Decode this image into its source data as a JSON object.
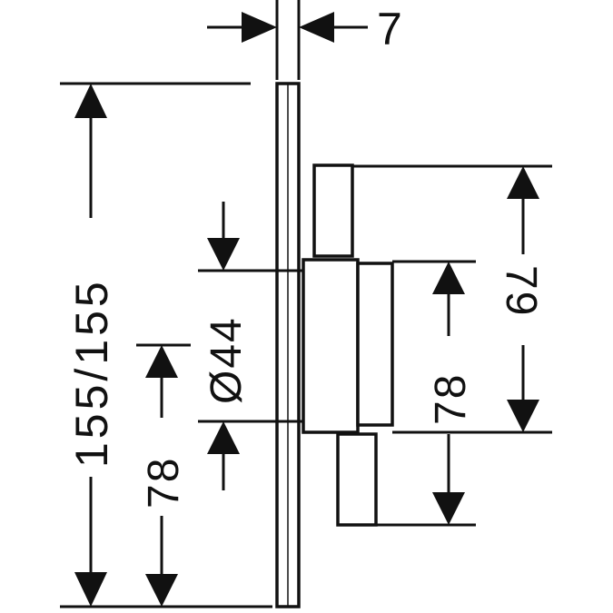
{
  "drawing": {
    "dimensions": {
      "plate_thickness": "7",
      "plate_height": "155/155",
      "lower_half_height": "78",
      "body_diameter": "Ø44",
      "center_to_bottom_knob": "78",
      "center_to_top_knob": "79"
    },
    "colors": {
      "line": "#111111",
      "background": "#ffffff"
    }
  }
}
